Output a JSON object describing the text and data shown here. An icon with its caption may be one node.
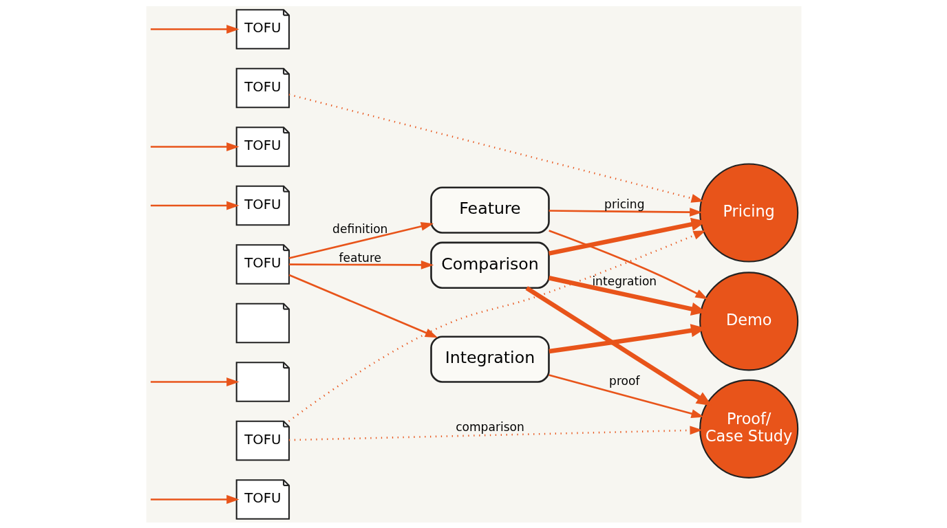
{
  "diagram": {
    "nodes": [
      {
        "text": [
          "TOFU"
        ]
      },
      {
        "text": [
          "TOFU"
        ]
      },
      {
        "text": [
          "TOFU"
        ]
      },
      {
        "text": [
          "TOFU"
        ]
      },
      {
        "text": [
          "TOFU"
        ]
      },
      {
        "text": [],
        "shape": "document"
      },
      {
        "text": [],
        "shape": "document"
      },
      {
        "text": [
          "TOFU"
        ]
      },
      {
        "text": [
          "TOFU"
        ]
      },
      {
        "text": [
          "Feature"
        ]
      },
      {
        "text": [
          "Comparison"
        ]
      },
      {
        "text": [
          "Integration"
        ]
      },
      {
        "text": [
          "Pricing"
        ]
      },
      {
        "text": [
          "Demo"
        ]
      },
      {
        "text": [
          "Proof/ Case Study"
        ]
      }
    ],
    "edges": [
      {
        "from": null,
        "to": 0,
        "arrow": "to"
      },
      {
        "from": null,
        "to": 2,
        "arrow": "to"
      },
      {
        "from": null,
        "to": 3,
        "arrow": "to"
      },
      {
        "from": null,
        "to": 6,
        "arrow": "to"
      },
      {
        "from": null,
        "to": 8,
        "arrow": "to"
      },
      {
        "from": 1,
        "to": 12,
        "arrow": "to",
        "style": "dashed"
      },
      {
        "from": 4,
        "to": 9,
        "label": "definition",
        "arrow": "to"
      },
      {
        "from": 4,
        "to": 10,
        "label": "feature",
        "arrow": "to"
      },
      {
        "from": 4,
        "to": 11,
        "arrow": "to"
      },
      {
        "from": 7,
        "to": 12,
        "arrow": "to",
        "style": "dashed"
      },
      {
        "from": 7,
        "to": 14,
        "label": "comparison",
        "arrow": "to",
        "style": "dashed"
      },
      {
        "from": 9,
        "to": 12,
        "label": "pricing",
        "arrow": "to"
      },
      {
        "from": 9,
        "to": 13,
        "arrow": "to"
      },
      {
        "from": 10,
        "to": 12,
        "arrow": "to",
        "style": "thick"
      },
      {
        "from": 10,
        "to": 13,
        "label": "integration",
        "arrow": "to",
        "style": "thick"
      },
      {
        "from": 10,
        "to": 14,
        "arrow": "to",
        "style": "thick"
      },
      {
        "from": 11,
        "to": 13,
        "arrow": "to",
        "style": "thick"
      },
      {
        "from": 11,
        "to": 14,
        "label": "proof",
        "arrow": "to"
      }
    ]
  }
}
